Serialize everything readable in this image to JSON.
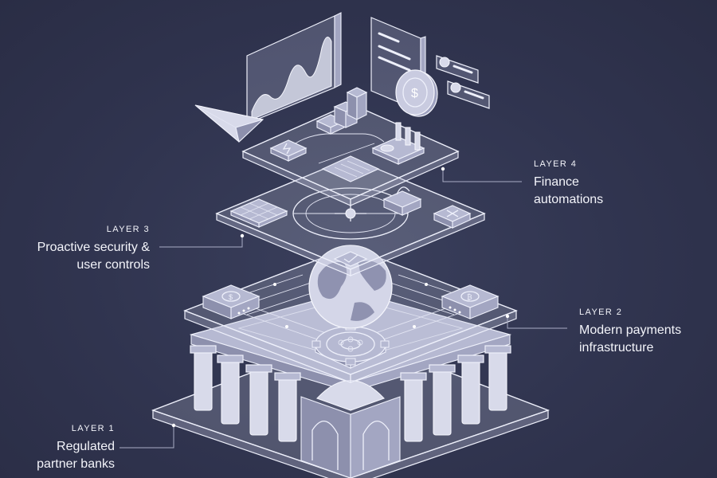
{
  "layers": [
    {
      "tag": "LAYER 4",
      "line1": "Finance",
      "line2": "automations"
    },
    {
      "tag": "LAYER 3",
      "line1": "Proactive security &",
      "line2": "user controls"
    },
    {
      "tag": "LAYER 2",
      "line1": "Modern payments",
      "line2": "infrastructure"
    },
    {
      "tag": "LAYER 1",
      "line1": "Regulated",
      "line2": "partner banks"
    }
  ],
  "icons": {
    "currency": "dollar-coin-icon",
    "send": "paper-plane-icon",
    "chart": "area-chart-icon",
    "bank": "bank-building-icon",
    "globe": "globe-icon",
    "gear": "gear-icon",
    "lock": "padlock-icon",
    "check": "check-icon",
    "close": "close-icon"
  },
  "colors": {
    "background": "#30344f",
    "line": "#eef0fb"
  }
}
